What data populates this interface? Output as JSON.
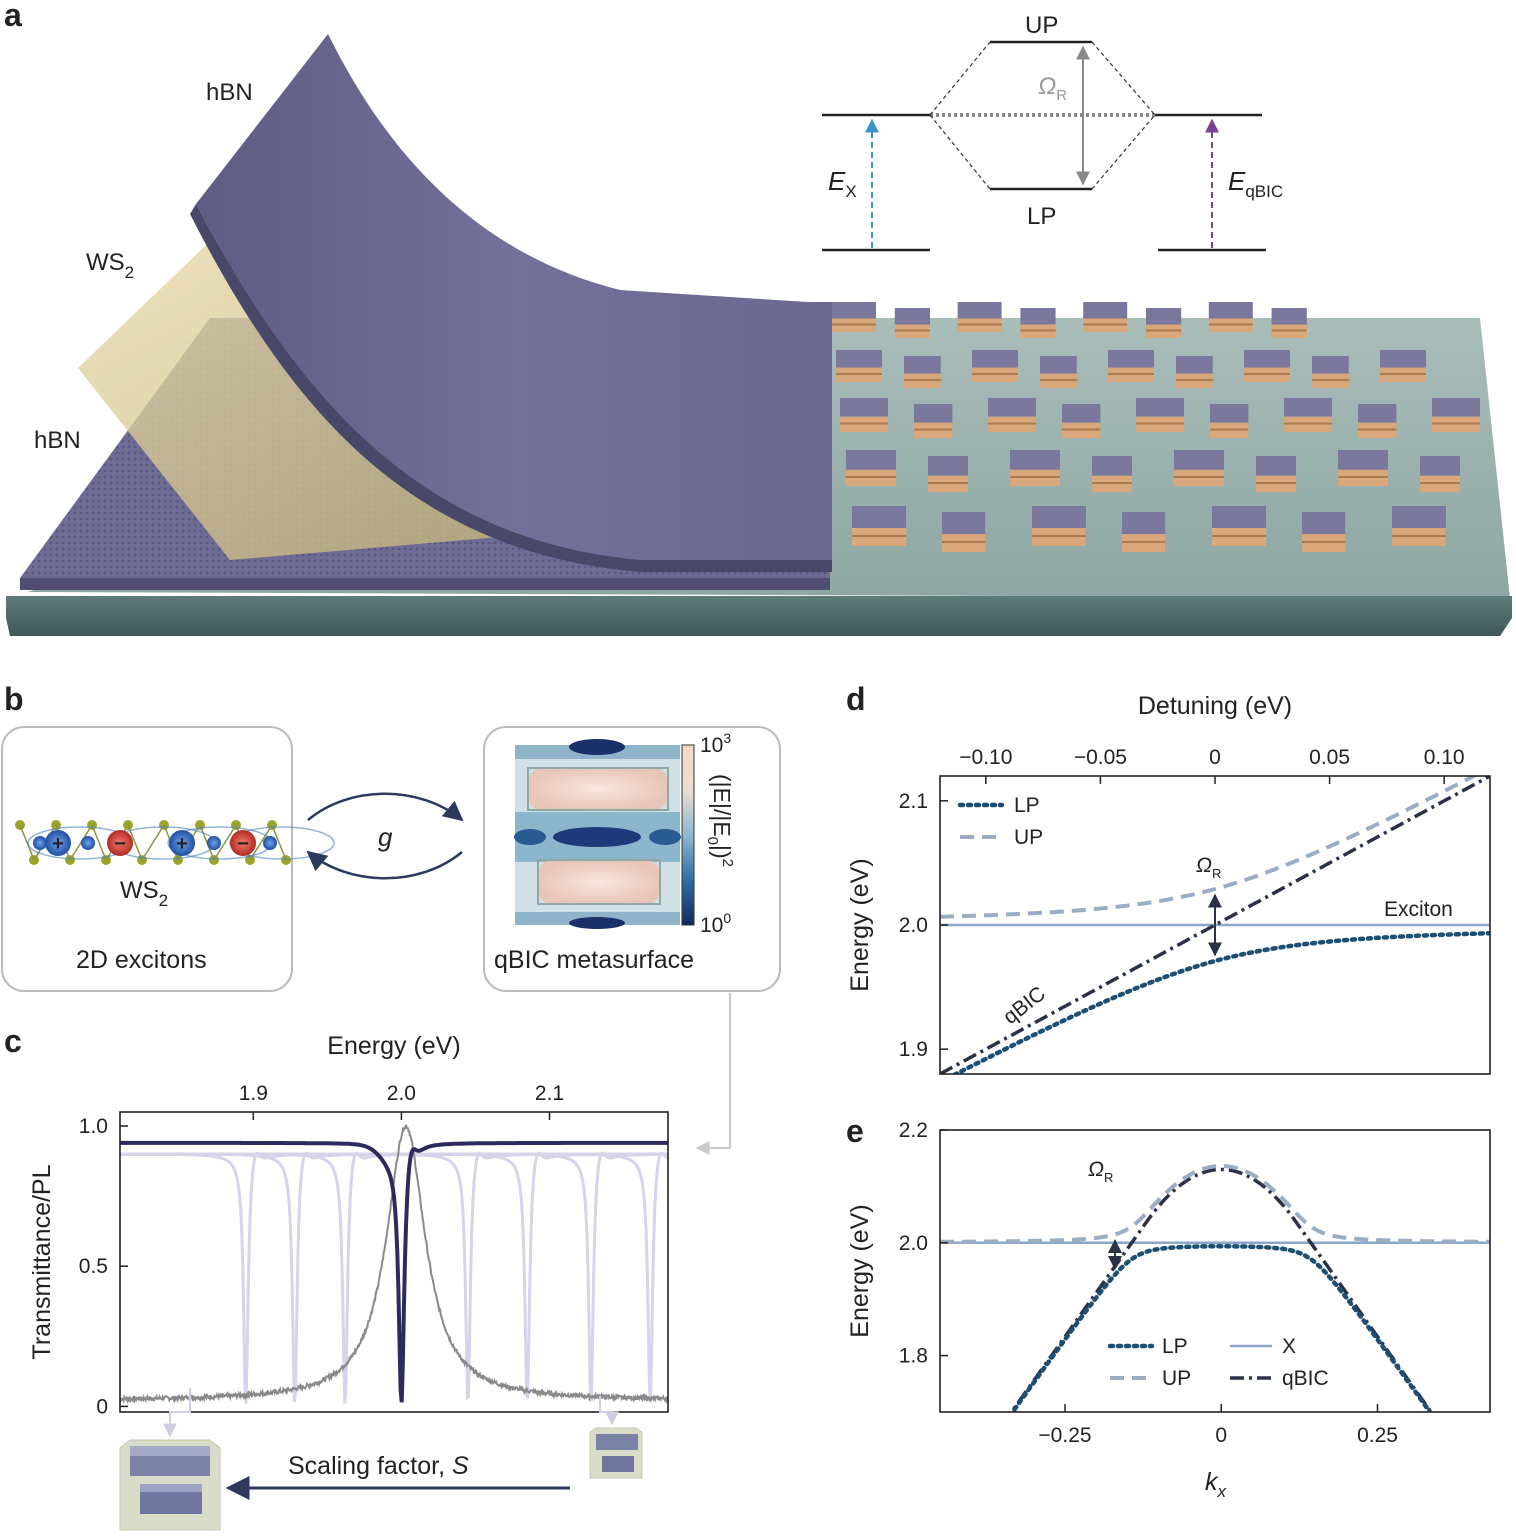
{
  "panels": {
    "a": "a",
    "b": "b",
    "c": "c",
    "d": "d",
    "e": "e"
  },
  "panel_a": {
    "layers": {
      "hbn_top": "hBN",
      "ws2": "WS",
      "ws2_sub": "2",
      "hbn_bottom": "hBN"
    },
    "levels": {
      "up": "UP",
      "lp": "LP",
      "omega": "Ω",
      "omega_sub": "R",
      "ex": "E",
      "ex_sub": "X",
      "eq": "E",
      "eq_sub": "qBIC"
    }
  },
  "panel_b": {
    "left_box": {
      "material": "WS",
      "material_sub": "2",
      "caption": "2D excitons",
      "plus": "+",
      "minus": "−"
    },
    "coupling": "g",
    "right_box": {
      "caption": "qBIC metasurface",
      "cbar_top": "10",
      "cbar_top_exp": "3",
      "cbar_bottom": "10",
      "cbar_bottom_exp": "0",
      "cbar_label": "(|E|/|E",
      "cbar_label_sub": "0",
      "cbar_label_end": "|)",
      "cbar_label_exp": "2"
    },
    "scaling_label": "Scaling factor, ",
    "scaling_symbol": "S"
  },
  "colors": {
    "lp": "#1d4f72",
    "up": "#9badc4",
    "exciton": "#8ea6c8",
    "qbic": "#2b3245",
    "transmittance": "#2d2b5e",
    "pl": "#8a8a8a",
    "faded": "#d8d2ea",
    "ex_arrow": "#3a93c9",
    "eq_arrow": "#7a3f93"
  },
  "chart_data": [
    {
      "id": "c",
      "type": "line",
      "xlabel": "Energy (eV)",
      "ylabel": "Transmittance/PL",
      "xlim": [
        1.81,
        2.18
      ],
      "ylim": [
        -0.02,
        1.05
      ],
      "xticks": [
        "1.9",
        "2.0",
        "2.1"
      ],
      "yticks": [
        "0",
        "0.5",
        "1.0"
      ],
      "series": [
        {
          "role": "transmittance",
          "baseline": 0.94,
          "dip_center": 2.0,
          "dip_min": 0.0
        },
        {
          "role": "pl",
          "peak_center": 2.003,
          "peak_max": 1.0,
          "baseline": 0.02
        },
        {
          "role": "scaled-resonances",
          "dip_centers": [
            1.895,
            1.928,
            1.962,
            2.045,
            2.085,
            2.128,
            2.168
          ]
        }
      ]
    },
    {
      "id": "d",
      "type": "line",
      "top_xlabel": "Detuning (eV)",
      "ylabel": "Energy (eV)",
      "xlim": [
        -0.12,
        0.12
      ],
      "ylim": [
        1.88,
        2.12
      ],
      "xticks": [
        "−0.10",
        "−0.05",
        "0",
        "0.05",
        "0.10"
      ],
      "yticks": [
        "1.9",
        "2.0",
        "2.1"
      ],
      "exciton_energy": 2.0,
      "rabi_splitting": 0.058,
      "legend": [
        "LP",
        "UP"
      ],
      "annotations": {
        "exciton": "Exciton",
        "qbic": "qBIC",
        "omega": "Ω",
        "omega_sub": "R"
      }
    },
    {
      "id": "e",
      "type": "line",
      "xlabel": "k",
      "xlabel_sub": "x",
      "ylabel": "Energy (eV)",
      "xlim": [
        -0.45,
        0.43
      ],
      "ylim": [
        1.7,
        2.2
      ],
      "xticks": [
        "−0.25",
        "0",
        "0.25"
      ],
      "yticks": [
        "1.8",
        "2.0",
        "2.2"
      ],
      "qbic_peak": 2.13,
      "exciton_energy": 2.0,
      "rabi_splitting": 0.058,
      "legend": [
        "LP",
        "UP",
        "X",
        "qBIC"
      ],
      "annotations": {
        "omega": "Ω",
        "omega_sub": "R"
      }
    }
  ]
}
